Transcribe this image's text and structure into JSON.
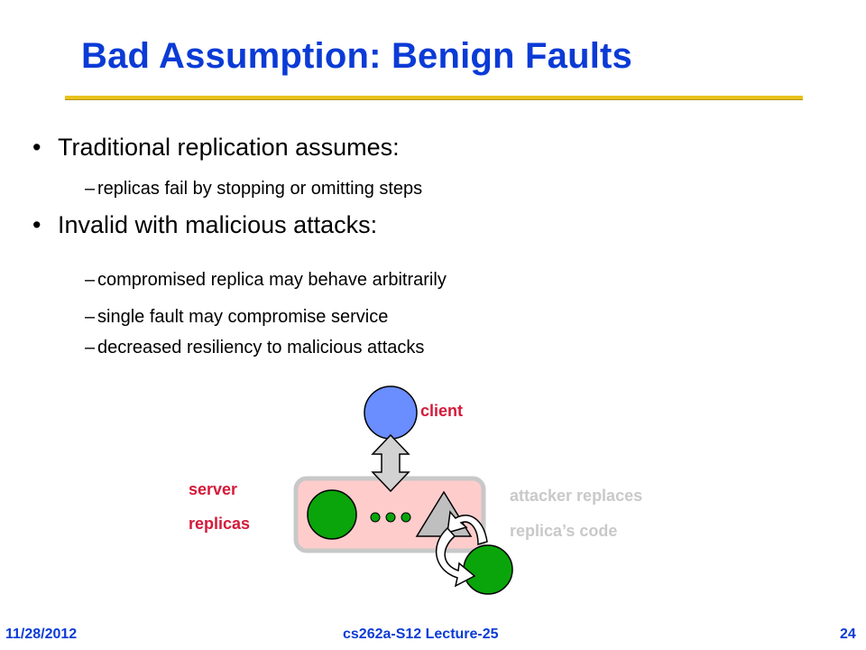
{
  "slide": {
    "title": "Bad Assumption: Benign Faults",
    "bullets": [
      {
        "text": "Traditional replication assumes:",
        "subs": [
          "replicas fail by stopping or omitting steps"
        ]
      },
      {
        "text": "Invalid with malicious attacks:",
        "subs": [
          "compromised replica may behave arbitrarily",
          "single fault may compromise service",
          "decreased resiliency to malicious attacks"
        ]
      }
    ],
    "bullet_glyph": "•",
    "dash_glyph": "–"
  },
  "diagram": {
    "client_label": "client",
    "server_label_1": "server",
    "server_label_2": "replicas",
    "attacker_label_1": "attacker replaces",
    "attacker_label_2": "replica’s code",
    "colors": {
      "client": "#6a8dff",
      "replica": "#0aa50a",
      "box_fill": "#ffcccc",
      "box_border": "#c8c8c8",
      "arrow_fill": "#d2d2d2",
      "label_red": "#d41a3a",
      "label_gray": "#c9c9c9"
    }
  },
  "footer": {
    "date": "11/28/2012",
    "course": "cs262a-S12 Lecture-25",
    "page": "24"
  }
}
